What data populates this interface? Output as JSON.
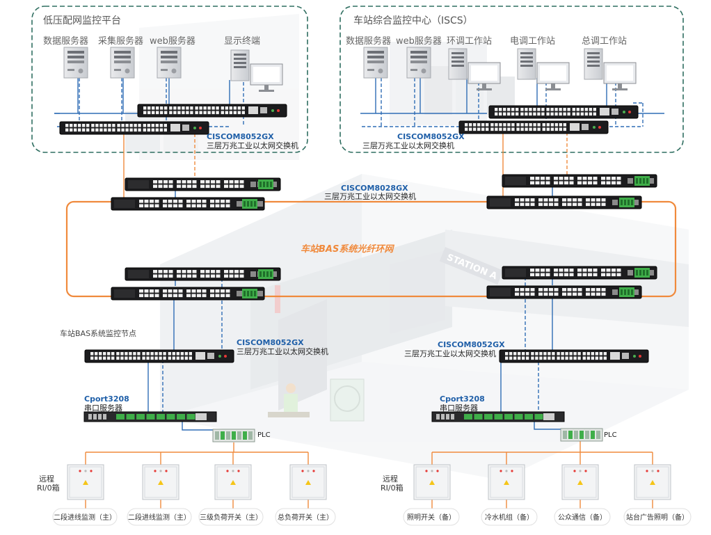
{
  "platform_low_voltage": {
    "title": "低压配网监控平台",
    "servers": [
      "数据服务器",
      "采集服务器",
      "web服务器",
      "显示终端"
    ],
    "switch_model": "CISCOM8052GX",
    "switch_desc": "三层万兆工业以太网交换机"
  },
  "platform_iscs": {
    "title": "车站综合监控中心（ISCS）",
    "servers": [
      "数据服务器",
      "web服务器",
      "环调工作站",
      "电调工作站",
      "总调工作站"
    ],
    "switch_model": "CISCOM8052GX",
    "switch_desc": "三层万兆工业以太网交换机"
  },
  "ring": {
    "switch_model": "CISCOM8028GX",
    "switch_desc": "三层万兆工业以太网交换机",
    "ring_label": "车站BAS系统光纤环网",
    "ring_color": "#f08a3c"
  },
  "node_label": "车站BAS系统监控节点",
  "station_sign": "STATION A",
  "left_node": {
    "switch_model": "CISCOM8052GX",
    "switch_desc": "三层万兆工业以太网交换机",
    "serial_model": "Cport3208",
    "serial_desc": "串口服务器",
    "plc": "PLC",
    "remote_label": [
      "远程",
      "RI/0箱"
    ],
    "boxes": [
      "二段进线监测（主）",
      "二段进线监测（主）",
      "三级负荷开关（主）",
      "总负荷开关（主）"
    ]
  },
  "right_node": {
    "switch_model": "CISCOM8052GX",
    "switch_desc": "三层万兆工业以太网交换机",
    "serial_model": "Cport3208",
    "serial_desc": "串口服务器",
    "plc": "PLC",
    "remote_label": [
      "远程",
      "RI/0箱"
    ],
    "boxes": [
      "照明开关（备）",
      "冷水机组（备）",
      "公众通信（备）",
      "站台广告照明（备）"
    ]
  },
  "colors": {
    "blue_line": "#2f6db5",
    "dash_border": "#2f6e60",
    "model_text": "#1f5fa8",
    "orange": "#f08a3c"
  }
}
